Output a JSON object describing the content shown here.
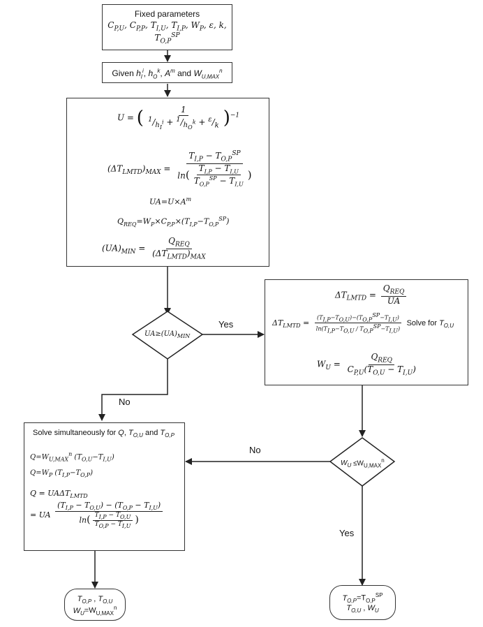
{
  "fixed_box": {
    "title": "Fixed parameters",
    "line1": "CP,U, CP,P, TI,U, TI,P, WP, ε, k,",
    "line2": "TO,PSP"
  },
  "given_box": {
    "text": "Given hIi, hOk, Am and WU,MAXn"
  },
  "calc_box": {
    "eq_u": "U = ( 1 / (1/hIi + 1/hOk + ε/k) )^-1",
    "eq_dtlmtd": "(ΔTLMTD)MAX = (TI,P − TO,PSP) / ln((TI,P − TI,U)/(TO,PSP − TI,U))",
    "eq_ua": "UA=U×Am",
    "eq_qreq": "QREQ=WP×CP,P×(TI,P−TO,PSP)",
    "eq_uamin": "(UA)MIN = QREQ / (ΔTLMTD)MAX"
  },
  "decision1": {
    "text": "UA≥(UA)MIN"
  },
  "yes_box": {
    "eq1": "ΔTLMTD = QREQ / UA",
    "eq2": "ΔTLMTD = ((TI,P−TO,U)−(TO,PSP−TI,U)) / ln((TI,P−TO,U)/(TO,PSP−TI,U))",
    "solve": "Solve for TO,U",
    "eq3": "WU = QREQ / (CP,U(TO,U − TI,U))"
  },
  "solve_box": {
    "title": "Solve simultaneously for Q, TO,U and TO,P",
    "eq1": "Q=WU,MAXn (TO,U−TI,U)",
    "eq2": "Q=WP (TI,P−TO,P)",
    "eq3": "Q = UAΔTLMTD",
    "eq4": "= UA ((TI,P − TO,U) − (TO,P − TI,U)) / ln((TI,P − TO,U)/(TO,P − TI,U))"
  },
  "decision2": {
    "text": "WU ≤WU,MAXn"
  },
  "term_left": {
    "line1": "TO,P , TO,U",
    "line2": "WU=WU,MAXn"
  },
  "term_right": {
    "line1": "TO,P=TO,PSP",
    "line2": "TO,U , WU"
  },
  "labels": {
    "yes1": "Yes",
    "no1": "No",
    "no2": "No",
    "yes2": "Yes"
  }
}
